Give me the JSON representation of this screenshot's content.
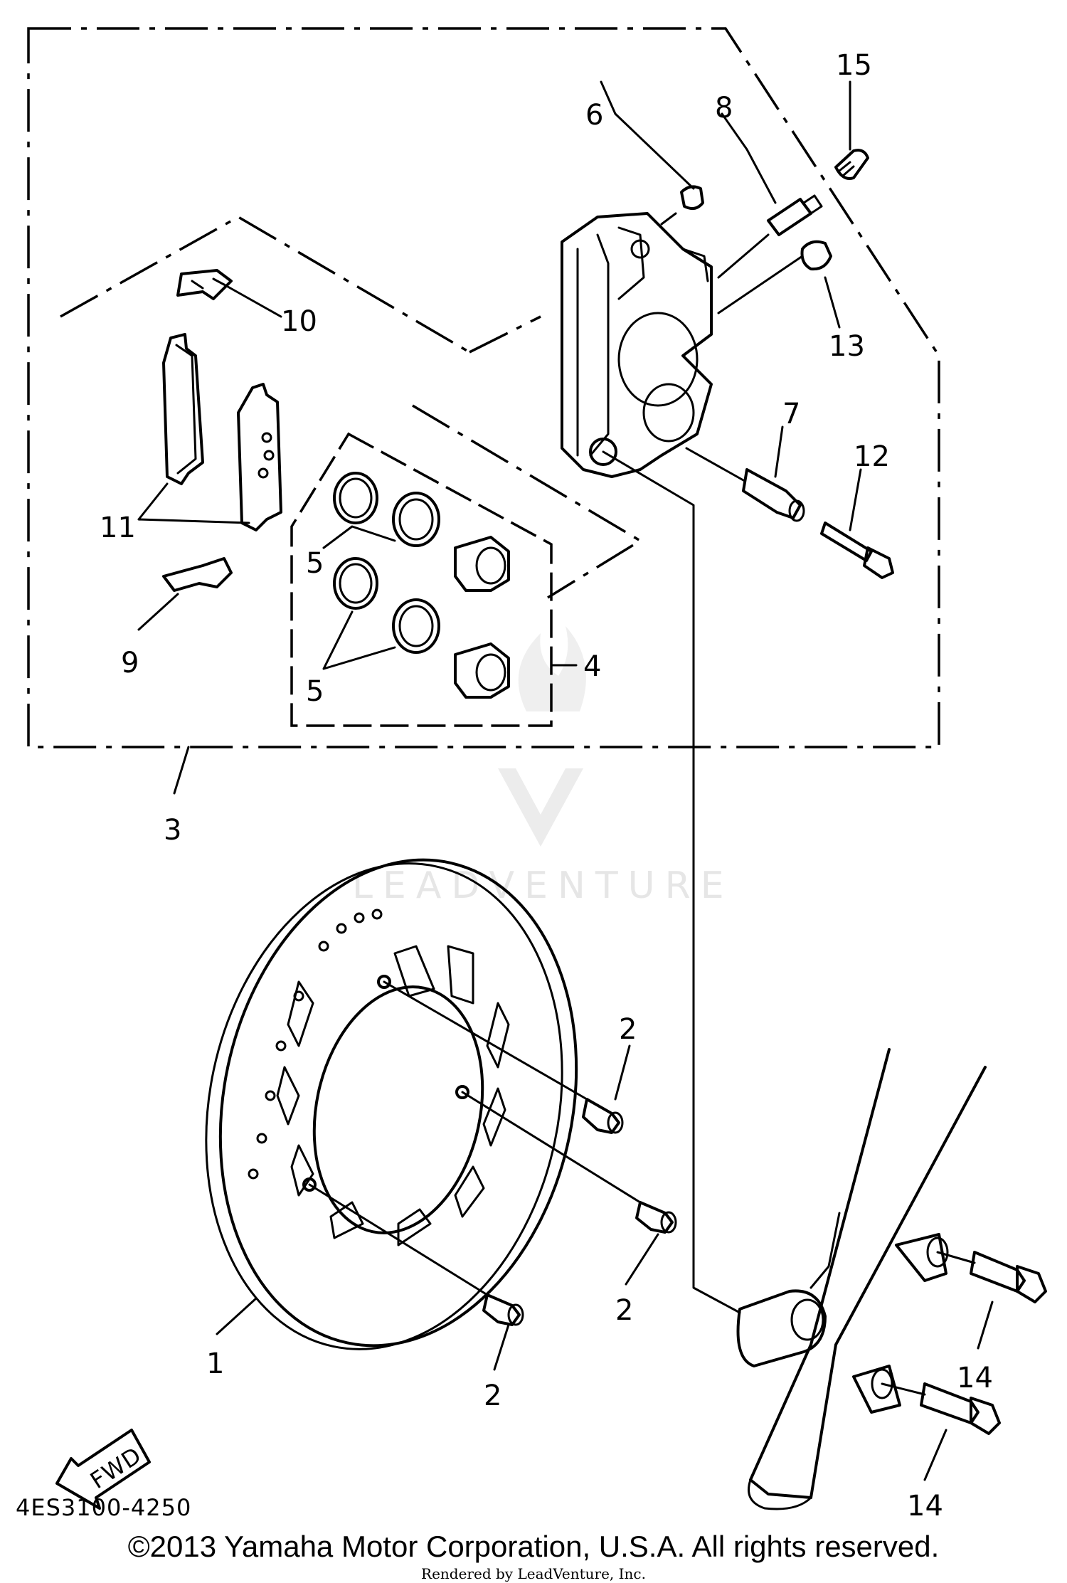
{
  "callouts": {
    "c1": "1",
    "c2a": "2",
    "c2b": "2",
    "c2c": "2",
    "c3": "3",
    "c4": "4",
    "c5a": "5",
    "c5b": "5",
    "c6": "6",
    "c7": "7",
    "c8": "8",
    "c9": "9",
    "c10": "10",
    "c11": "11",
    "c12": "12",
    "c13": "13",
    "c14a": "14",
    "c14b": "14",
    "c15": "15"
  },
  "fwd_label": "FWD",
  "diagram_code": "4ES3100-4250",
  "watermark": "LEADVENTURE",
  "copyright": "©2013 Yamaha Motor Corporation, U.S.A. All rights reserved.",
  "rendered_by": "Rendered by LeadVenture, Inc."
}
